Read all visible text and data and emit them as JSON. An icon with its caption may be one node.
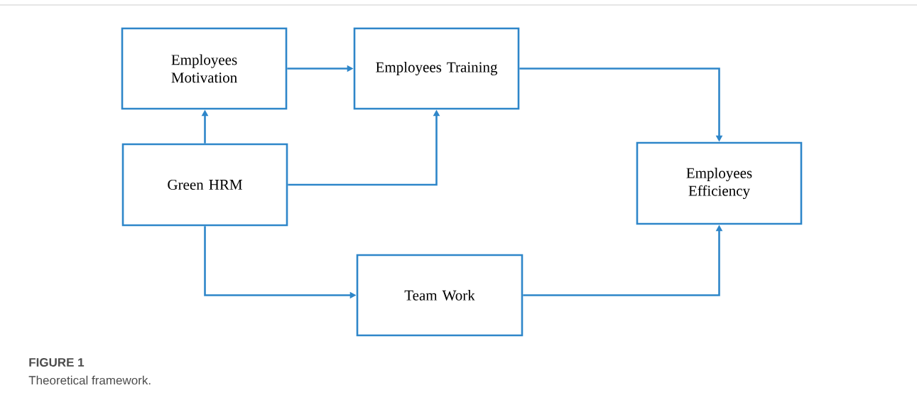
{
  "diagram": {
    "title": "FIGURE 1",
    "caption": "Theoretical framework.",
    "nodes": [
      {
        "text": [
          "Employees Motivation"
        ]
      },
      {
        "text": [
          "Employees Training"
        ]
      },
      {
        "text": [
          "Green HRM"
        ]
      },
      {
        "text": [
          "Employees Efficiency"
        ]
      },
      {
        "text": [
          "Team Work"
        ]
      }
    ],
    "edges": [
      {
        "from": 2,
        "to": 0,
        "arrow": "to"
      },
      {
        "from": 0,
        "to": 1,
        "arrow": "to"
      },
      {
        "from": 2,
        "to": 1,
        "arrow": "to"
      },
      {
        "from": 1,
        "to": 3,
        "arrow": "to"
      },
      {
        "from": 2,
        "to": 4,
        "arrow": "to"
      },
      {
        "from": 4,
        "to": 3,
        "arrow": "to"
      }
    ]
  }
}
